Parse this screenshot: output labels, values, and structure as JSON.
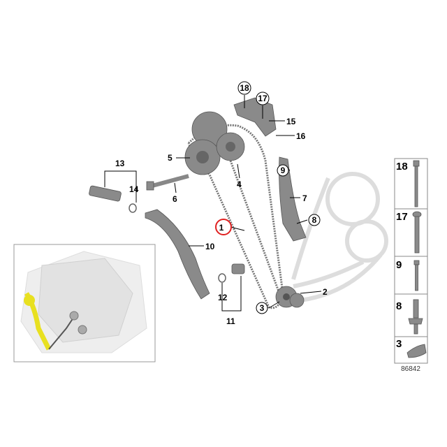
{
  "callouts": {
    "c1": "1",
    "c2": "2",
    "c3": "3",
    "c4": "4",
    "c5": "5",
    "c6": "6",
    "c7": "7",
    "c8": "8",
    "c9": "9",
    "c10": "10",
    "c11": "11",
    "c12": "12",
    "c13": "13",
    "c14": "14",
    "c15": "15",
    "c16": "16",
    "c17": "17",
    "c18": "18"
  },
  "highlight_color": "#e02020",
  "inset_highlight_color": "#e8e020",
  "side_panel": {
    "items": [
      "18",
      "17",
      "9",
      "8",
      "3"
    ]
  },
  "diagram_id": "86842"
}
